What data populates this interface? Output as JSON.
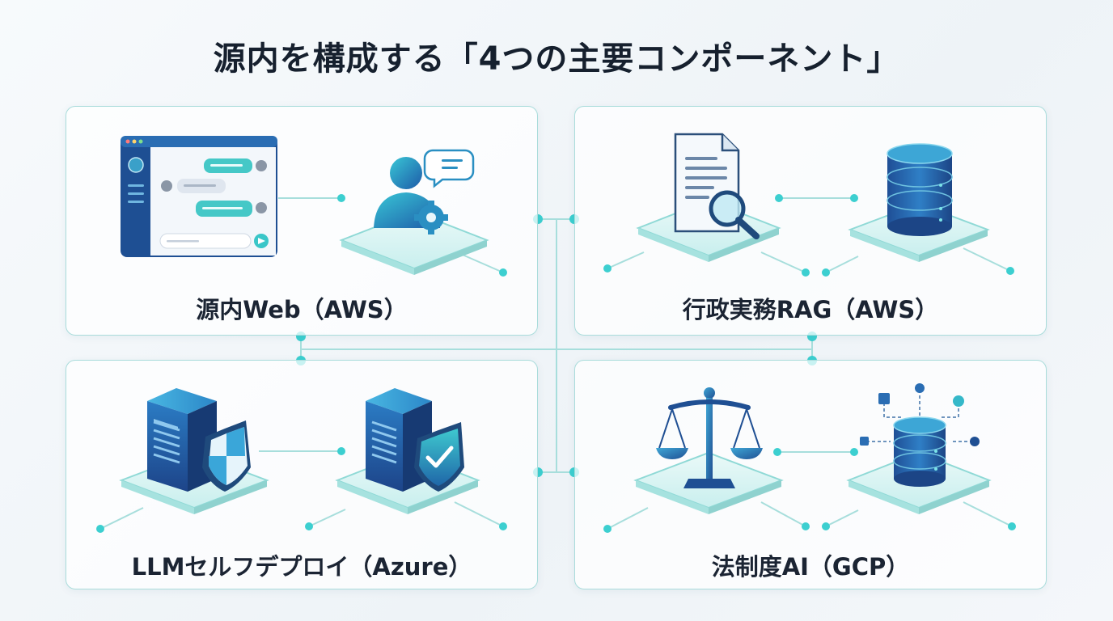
{
  "title": "源内を構成する「4つの主要コンポーネント」",
  "components": [
    {
      "label": "源内Web（AWS）",
      "icons": [
        "chat-window-icon",
        "user-settings-icon"
      ]
    },
    {
      "label": "行政実務RAG（AWS）",
      "icons": [
        "document-search-icon",
        "database-icon"
      ]
    },
    {
      "label": "LLMセルフデプロイ（Azure）",
      "icons": [
        "secure-server-icon",
        "verified-server-icon"
      ]
    },
    {
      "label": "法制度AI（GCP）",
      "icons": [
        "scales-of-justice-icon",
        "data-network-icon"
      ]
    }
  ],
  "colors": {
    "accent": "#34c7c9",
    "primary_dark": "#1c4a8c",
    "primary_mid": "#2f7fc6",
    "line": "#9fdad9",
    "title": "#16202e"
  }
}
